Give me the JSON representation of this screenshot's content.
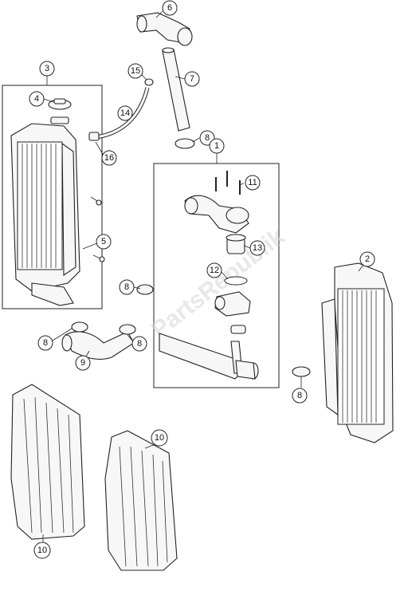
{
  "watermark": "PartsRepublik",
  "callouts": [
    {
      "id": "c1",
      "label": "1"
    },
    {
      "id": "c2",
      "label": "2"
    },
    {
      "id": "c3",
      "label": "3"
    },
    {
      "id": "c4",
      "label": "4"
    },
    {
      "id": "c5",
      "label": "5"
    },
    {
      "id": "c6",
      "label": "6"
    },
    {
      "id": "c7",
      "label": "7"
    },
    {
      "id": "c8a",
      "label": "8"
    },
    {
      "id": "c8b",
      "label": "8"
    },
    {
      "id": "c8c",
      "label": "8"
    },
    {
      "id": "c8d",
      "label": "8"
    },
    {
      "id": "c8e",
      "label": "8"
    },
    {
      "id": "c9",
      "label": "9"
    },
    {
      "id": "c10a",
      "label": "10"
    },
    {
      "id": "c10b",
      "label": "10"
    },
    {
      "id": "c11",
      "label": "11"
    },
    {
      "id": "c12",
      "label": "12"
    },
    {
      "id": "c13",
      "label": "13"
    },
    {
      "id": "c14",
      "label": "14"
    },
    {
      "id": "c15",
      "label": "15"
    },
    {
      "id": "c16",
      "label": "16"
    }
  ]
}
